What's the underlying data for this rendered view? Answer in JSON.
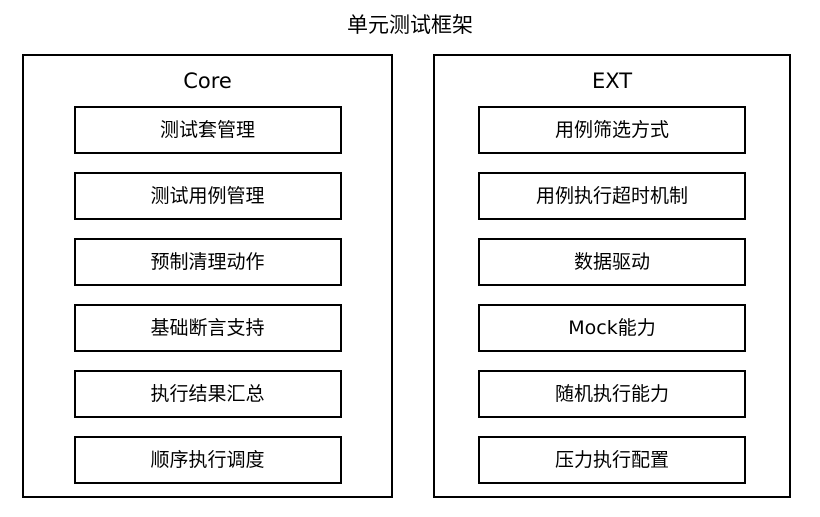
{
  "title": "单元测试框架",
  "colors": {
    "background": "#ffffff",
    "border": "#000000",
    "text": "#000000"
  },
  "columns": [
    {
      "header": "Core",
      "items": [
        "测试套管理",
        "测试用例管理",
        "预制清理动作",
        "基础断言支持",
        "执行结果汇总",
        "顺序执行调度"
      ]
    },
    {
      "header": "EXT",
      "items": [
        "用例筛选方式",
        "用例执行超时机制",
        "数据驱动",
        "Mock能力",
        "随机执行能力",
        "压力执行配置"
      ]
    }
  ]
}
